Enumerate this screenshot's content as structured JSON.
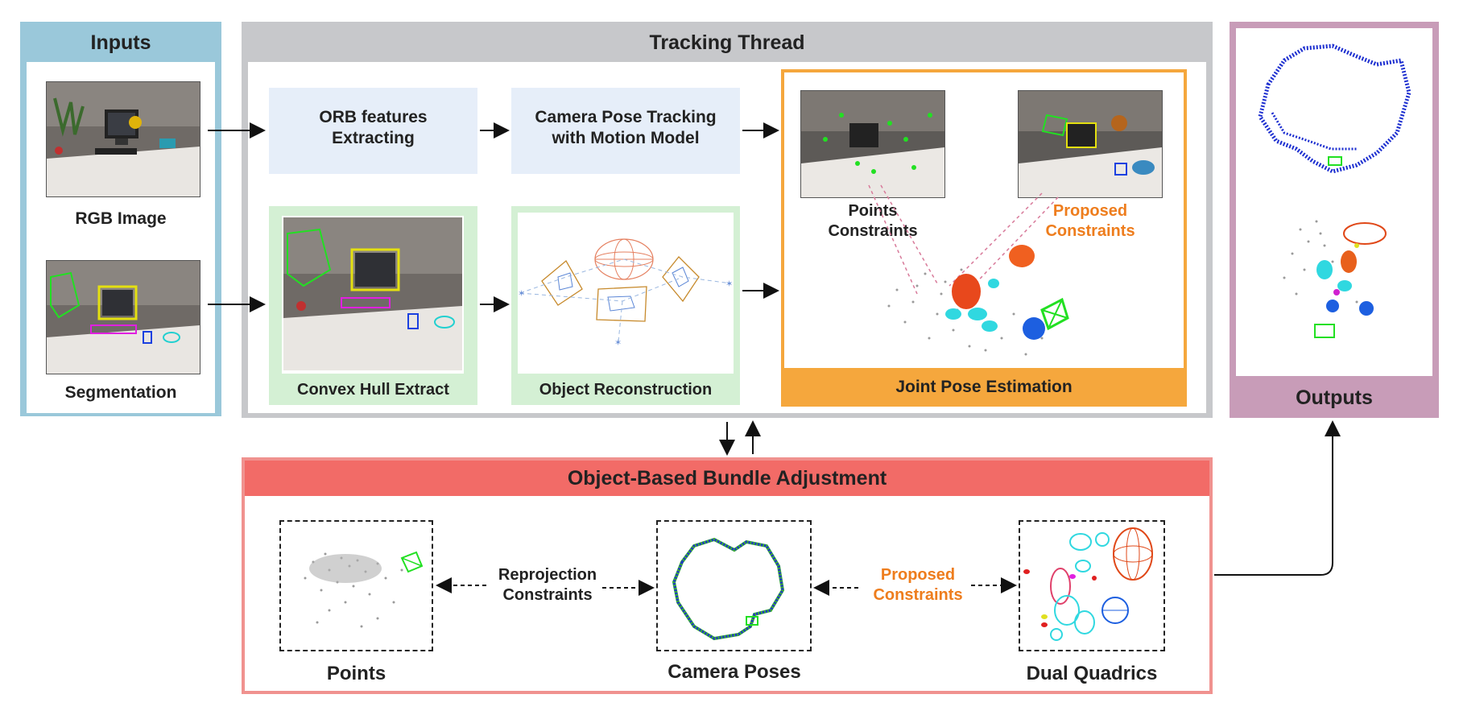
{
  "inputs": {
    "title": "Inputs",
    "rgb_label": "RGB Image",
    "seg_label": "Segmentation"
  },
  "tracking": {
    "title": "Tracking Thread",
    "orb_label": "ORB features Extracting",
    "pose_label": "Camera Pose Tracking with Motion Model",
    "hull_label": "Convex Hull Extract",
    "recon_label": "Object Reconstruction",
    "joint_label": "Joint Pose Estimation",
    "points_constraints": "Points Constraints",
    "proposed_constraints": "Proposed Constraints"
  },
  "outputs": {
    "title": "Outputs"
  },
  "ba": {
    "title": "Object-Based Bundle Adjustment",
    "points_label": "Points",
    "camera_label": "Camera Poses",
    "quadrics_label": "Dual Quadrics",
    "reproj_label": "Reprojection Constraints",
    "proposed_label": "Proposed Constraints"
  },
  "colors": {
    "inputs_border": "#9ac8da",
    "tracking_border": "#c7c8cb",
    "light_blue_box": "#e6eef9",
    "light_green_box": "#d4f0d4",
    "joint_orange": "#f5a73d",
    "outputs_border": "#c89cb8",
    "ba_red": "#f26b67",
    "ba_border": "#f0928f",
    "proposed_text": "#ee7d1d"
  }
}
